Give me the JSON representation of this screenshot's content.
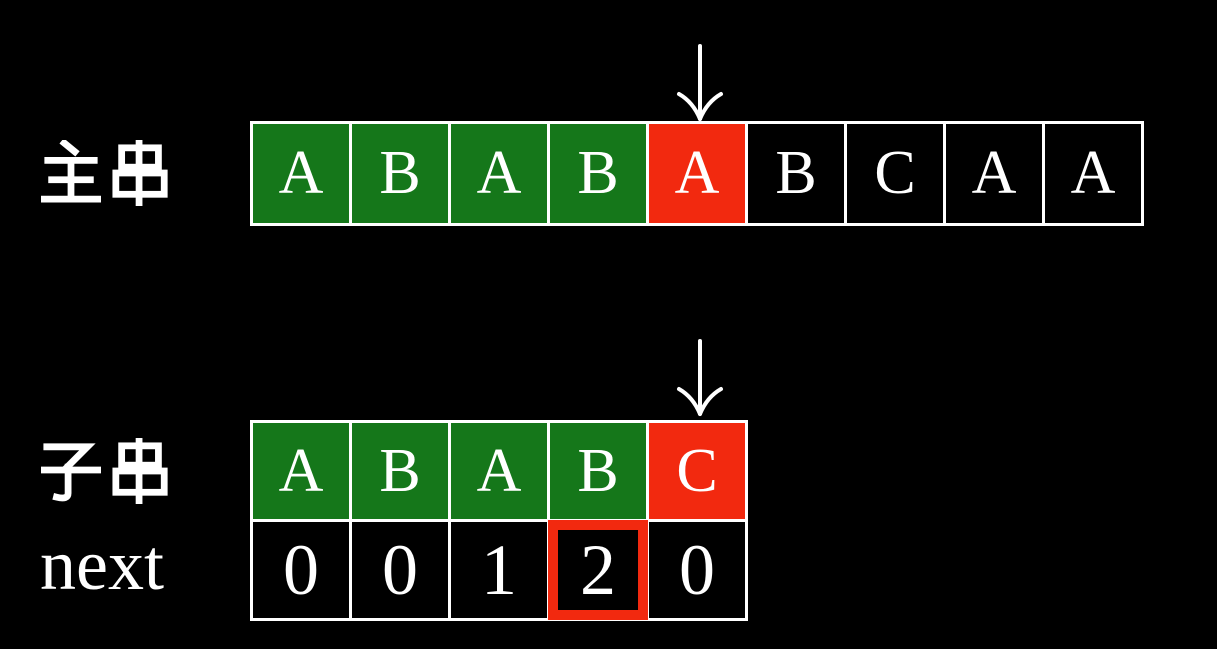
{
  "colors": {
    "background": "#000000",
    "matched_green": "#15771a",
    "mismatch_red": "#f2290f",
    "highlight_red": "#f2290f",
    "cell_black": "#000000",
    "border_white": "#ffffff",
    "text_white": "#ffffff"
  },
  "main_string": {
    "label": "主串",
    "pointer_index": 4,
    "cells": [
      {
        "char": "A",
        "state": "matched"
      },
      {
        "char": "B",
        "state": "matched"
      },
      {
        "char": "A",
        "state": "matched"
      },
      {
        "char": "B",
        "state": "matched"
      },
      {
        "char": "A",
        "state": "mismatch"
      },
      {
        "char": "B",
        "state": "default"
      },
      {
        "char": "C",
        "state": "default"
      },
      {
        "char": "A",
        "state": "default"
      },
      {
        "char": "A",
        "state": "default"
      }
    ]
  },
  "sub_string": {
    "label": "子串",
    "pointer_index": 4,
    "cells": [
      {
        "char": "A",
        "state": "matched"
      },
      {
        "char": "B",
        "state": "matched"
      },
      {
        "char": "A",
        "state": "matched"
      },
      {
        "char": "B",
        "state": "matched"
      },
      {
        "char": "C",
        "state": "mismatch"
      }
    ]
  },
  "next_array": {
    "label": "next",
    "highlighted_index": 3,
    "values": [
      "0",
      "0",
      "1",
      "2",
      "0"
    ]
  }
}
